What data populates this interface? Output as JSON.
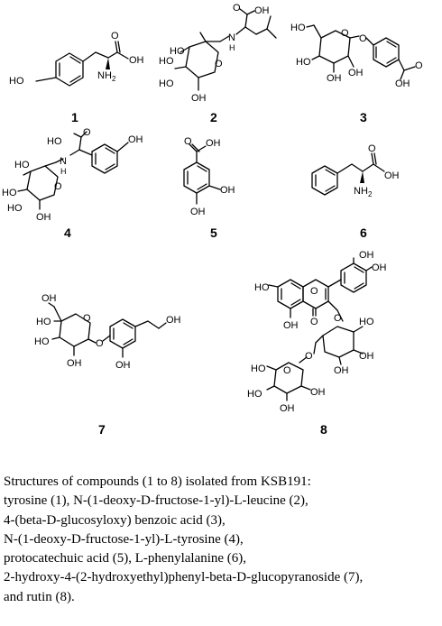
{
  "compounds": [
    {
      "number": "1",
      "labels": [
        "HO",
        "NH",
        "2",
        "O",
        "OH"
      ]
    },
    {
      "number": "2",
      "labels": [
        "O",
        "OH",
        "N",
        "H",
        "HO",
        "HO",
        "O",
        "HO",
        "OH"
      ]
    },
    {
      "number": "3",
      "labels": [
        "HO",
        "O",
        "HO",
        "OH",
        "OH",
        "O",
        "OH",
        "O"
      ]
    },
    {
      "number": "4",
      "labels": [
        "HO",
        "O",
        "OH",
        "N",
        "H",
        "HO",
        "HO",
        "O",
        "HO",
        "OH"
      ]
    },
    {
      "number": "5",
      "labels": [
        "O",
        "OH",
        "OH",
        "OH"
      ]
    },
    {
      "number": "6",
      "labels": [
        "O",
        "OH",
        "NH",
        "2"
      ]
    },
    {
      "number": "7",
      "labels": [
        "OH",
        "HO",
        "HO",
        "O",
        "O",
        "OH",
        "OH",
        "OH"
      ]
    },
    {
      "number": "8",
      "labels": [
        "OH",
        "OH",
        "HO",
        "O",
        "OH",
        "O",
        "O",
        "HO",
        "OH",
        "OH",
        "O",
        "O",
        "HO",
        "HO",
        "OH",
        "OH"
      ]
    }
  ],
  "caption": {
    "lines": [
      "Structures of compounds (1 to 8) isolated from KSB191:",
      "tyrosine (1), N-(1-deoxy-D-fructose-1-yl)-L-leucine (2),",
      "4-(beta-D-glucosyloxy) benzoic acid (3),",
      "N-(1-deoxy-D-fructose-1-yl)-L-tyrosine (4),",
      "protocatechuic acid (5), L-phenylalanine (6),",
      "2-hydroxy-4-(2-hydroxyethyl)phenyl-beta-D-glucopyranoside (7),",
      "and rutin (8)."
    ]
  }
}
